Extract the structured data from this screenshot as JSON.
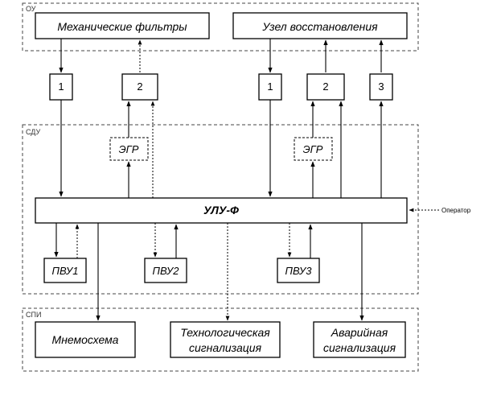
{
  "zones": {
    "ou": "ОУ",
    "sdu": "СДУ",
    "spi": "СПИ"
  },
  "top_blocks": {
    "filters": "Механические фильтры",
    "recovery": "Узел восстановления"
  },
  "interface_blocks": {
    "f1": "1",
    "f2": "2",
    "r1": "1",
    "r2": "2",
    "r3": "3"
  },
  "egr": {
    "left": "ЭГР",
    "right": "ЭГР"
  },
  "controller": {
    "label": "УЛУ-Ф",
    "operator": "Оператор"
  },
  "pvu": {
    "p1": "ПВУ1",
    "p2": "ПВУ2",
    "p3": "ПВУ3"
  },
  "bottom_blocks": {
    "mnemo": "Мнемосхема",
    "tech_line1": "Технологическая",
    "tech_line2": "сигнализация",
    "alarm_line1": "Аварийная",
    "alarm_line2": "сигнализация"
  }
}
